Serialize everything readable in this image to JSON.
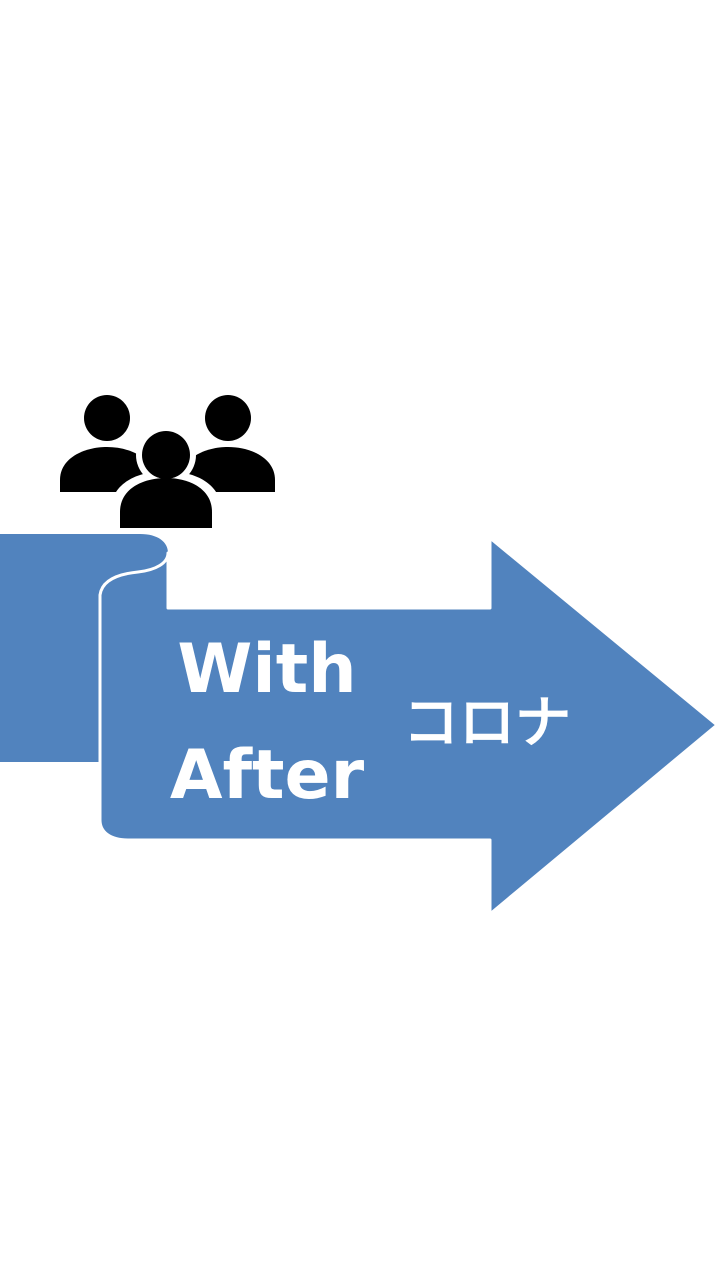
{
  "banner": {
    "line1": "With",
    "line2": "After",
    "suffix": "コロナ"
  },
  "icons": {
    "people": "people-group-icon"
  },
  "colors": {
    "background": "#ffffff",
    "arrow_blue": "#5183be",
    "fold_shadow": "#416a9a",
    "icon_black": "#000000",
    "text": "#ffffff"
  }
}
